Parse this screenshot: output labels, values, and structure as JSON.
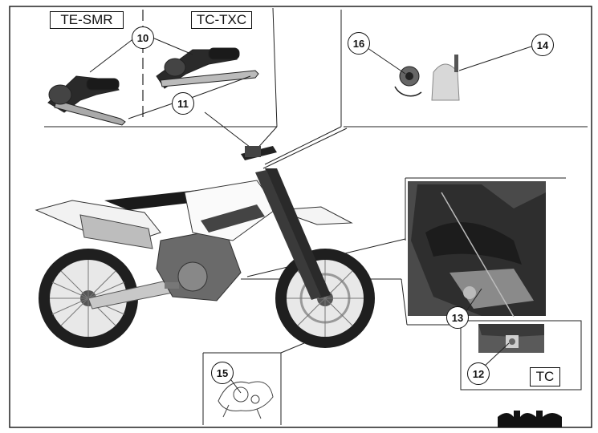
{
  "model_labels": {
    "te_smr": "TE-SMR",
    "tc_txc": "TC-TXC",
    "tc": "TC"
  },
  "callouts": {
    "c10": "10",
    "c11": "11",
    "c12": "12",
    "c13": "13",
    "c14": "14",
    "c15": "15",
    "c16": "16"
  }
}
